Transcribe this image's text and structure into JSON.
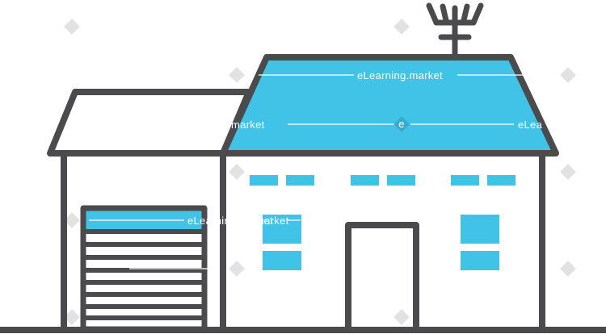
{
  "illustration": {
    "subject": "house-with-garage",
    "colors": {
      "outline": "#4b4b4d",
      "roof": "#40c3e6",
      "window": "#40c3e6",
      "wall": "#ffffff",
      "watermark_diamond": "#e2e2e2"
    }
  },
  "watermark": {
    "text": "eLearning.market",
    "short_left": "ning.market",
    "short_right": "eLea",
    "fragment_market": "market",
    "fragment_market2": "arket",
    "fragment_e": "e"
  }
}
